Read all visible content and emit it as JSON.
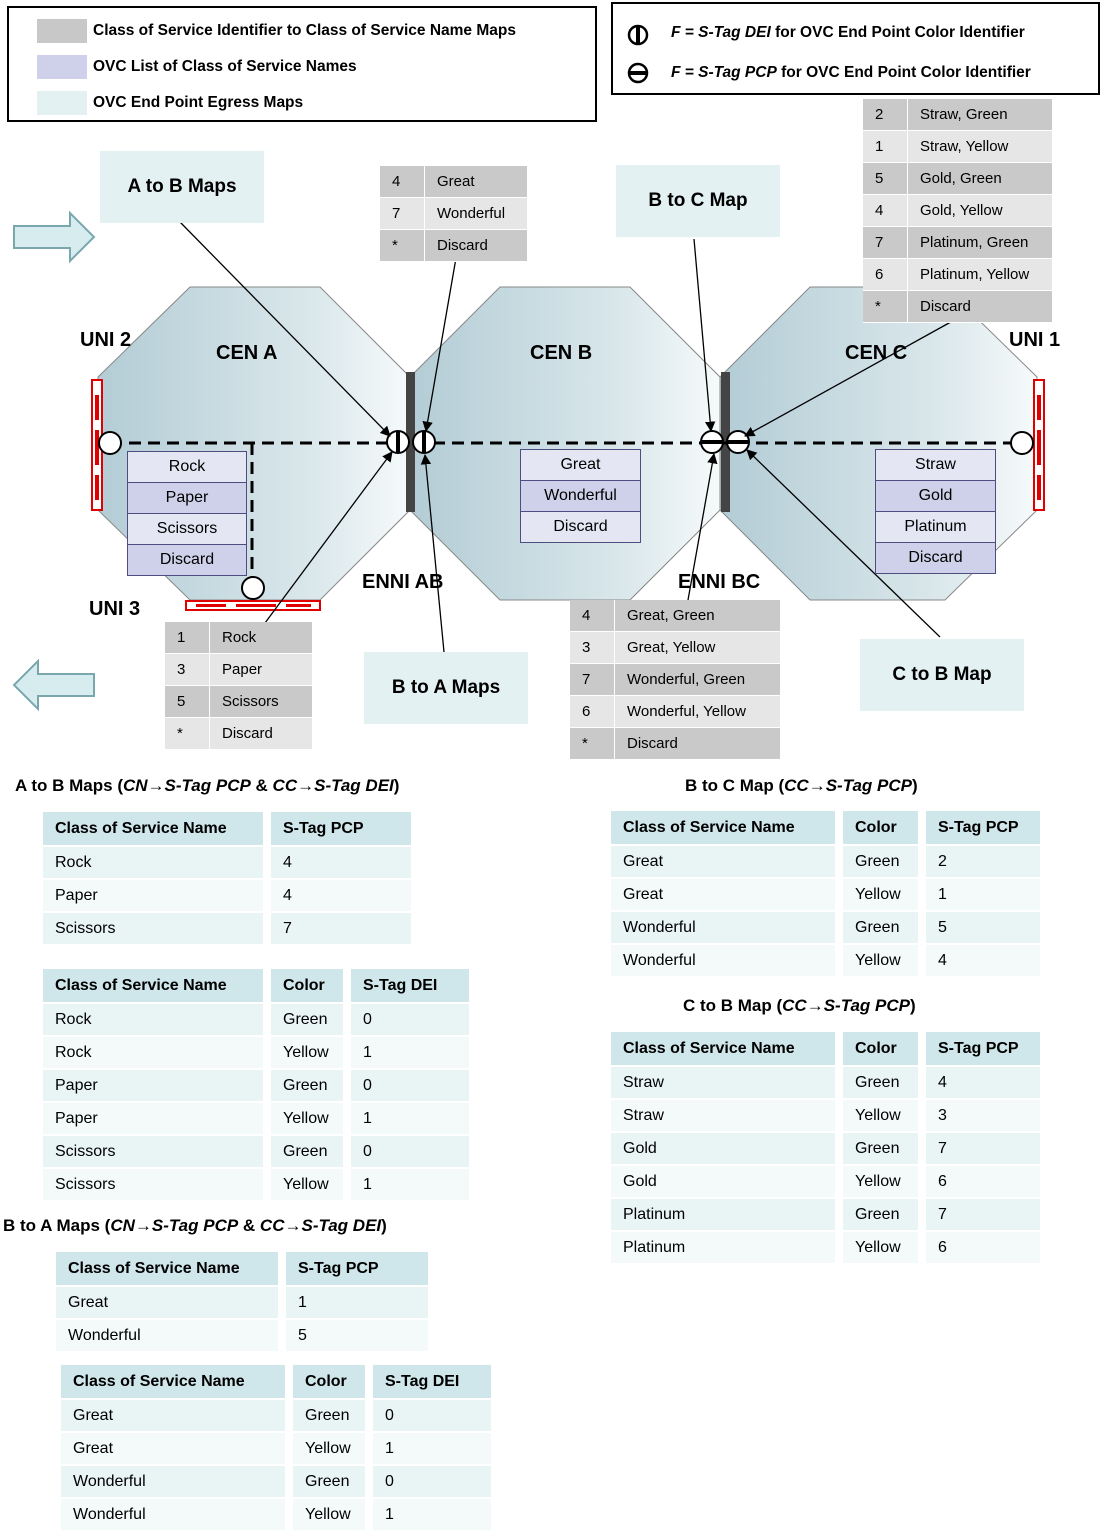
{
  "legend_left": {
    "rows": [
      {
        "color": "#c8c8c8",
        "label": "Class of Service Identifier to Class of Service Name Maps"
      },
      {
        "color": "#cfd1ea",
        "label": "OVC List of Class of Service Names"
      },
      {
        "color": "#e4f1f3",
        "label": "OVC End Point Egress Maps"
      }
    ]
  },
  "legend_right": {
    "dei_prefix": "F = ",
    "dei_italic": "S-Tag DEI",
    "dei_suffix": " for OVC End Point Color Identifier",
    "pcp_prefix": "F = ",
    "pcp_italic": "S-Tag PCP",
    "pcp_suffix": " for OVC End Point Color Identifier"
  },
  "diagram": {
    "cen_a": "CEN A",
    "cen_b": "CEN B",
    "cen_c": "CEN C",
    "uni1": "UNI 1",
    "uni2": "UNI 2",
    "uni3": "UNI 3",
    "enni_ab": "ENNI AB",
    "enni_bc": "ENNI BC",
    "callouts": {
      "a_to_b": "A to B Maps",
      "b_to_a": "B to A Maps",
      "b_to_c": "B to C Map",
      "c_to_b": "C to B Map"
    },
    "colors": {
      "cen_fill": "#b7cfd8",
      "uni_red": "#e00000",
      "enni_bar": "#444444",
      "arrow_fill": "#d7ecef",
      "arrow_stroke": "#7aa7ae"
    },
    "cos_lists": {
      "cen_a": [
        "Rock",
        "Paper",
        "Scissors",
        "Discard"
      ],
      "cen_b": [
        "Great",
        "Wonderful",
        "Discard"
      ],
      "cen_c": [
        "Straw",
        "Gold",
        "Platinum",
        "Discard"
      ]
    },
    "identifier_maps": {
      "enni_ab_top": [
        [
          "4",
          "Great"
        ],
        [
          "7",
          "Wonderful"
        ],
        [
          "*",
          "Discard"
        ]
      ],
      "uni3": [
        [
          "1",
          "Rock"
        ],
        [
          "3",
          "Paper"
        ],
        [
          "5",
          "Scissors"
        ],
        [
          "*",
          "Discard"
        ]
      ],
      "enni_bc_bottom": [
        [
          "4",
          "Great, Green"
        ],
        [
          "3",
          "Great, Yellow"
        ],
        [
          "7",
          "Wonderful, Green"
        ],
        [
          "6",
          "Wonderful, Yellow"
        ],
        [
          "*",
          "Discard"
        ]
      ],
      "enni_bc_top": [
        [
          "2",
          "Straw, Green"
        ],
        [
          "1",
          "Straw, Yellow"
        ],
        [
          "5",
          "Gold, Green"
        ],
        [
          "4",
          "Gold, Yellow"
        ],
        [
          "7",
          "Platinum, Green"
        ],
        [
          "6",
          "Platinum, Yellow"
        ],
        [
          "*",
          "Discard"
        ]
      ]
    }
  },
  "sections": {
    "a_to_b": {
      "name": "A to B Maps (",
      "f1": "CN→S-Tag PCP",
      "mid": " & ",
      "f2": "CC→S-Tag DEI",
      "end": ")"
    },
    "b_to_a": {
      "name": "B to A Maps (",
      "f1": "CN→S-Tag PCP",
      "mid": " & ",
      "f2": "CC→S-Tag DEI",
      "end": ")"
    },
    "b_to_c": {
      "name": "B to C Map (",
      "f1": "CC→S-Tag PCP",
      "end": ")"
    },
    "c_to_b": {
      "name": "C to B Map (",
      "f1": "CC→S-Tag PCP",
      "end": ")"
    }
  },
  "tables": {
    "a_to_b_pcp": {
      "headers": [
        "Class of Service Name",
        "S-Tag PCP"
      ],
      "rows": [
        [
          "Rock",
          "4"
        ],
        [
          "Paper",
          "4"
        ],
        [
          "Scissors",
          "7"
        ]
      ]
    },
    "a_to_b_dei": {
      "headers": [
        "Class of Service Name",
        "Color",
        "S-Tag DEI"
      ],
      "rows": [
        [
          "Rock",
          "Green",
          "0"
        ],
        [
          "Rock",
          "Yellow",
          "1"
        ],
        [
          "Paper",
          "Green",
          "0"
        ],
        [
          "Paper",
          "Yellow",
          "1"
        ],
        [
          "Scissors",
          "Green",
          "0"
        ],
        [
          "Scissors",
          "Yellow",
          "1"
        ]
      ]
    },
    "b_to_a_pcp": {
      "headers": [
        "Class of Service Name",
        "S-Tag PCP"
      ],
      "rows": [
        [
          "Great",
          "1"
        ],
        [
          "Wonderful",
          "5"
        ]
      ]
    },
    "b_to_a_dei": {
      "headers": [
        "Class of Service Name",
        "Color",
        "S-Tag DEI"
      ],
      "rows": [
        [
          "Great",
          "Green",
          "0"
        ],
        [
          "Great",
          "Yellow",
          "1"
        ],
        [
          "Wonderful",
          "Green",
          "0"
        ],
        [
          "Wonderful",
          "Yellow",
          "1"
        ]
      ]
    },
    "b_to_c": {
      "headers": [
        "Class of Service Name",
        "Color",
        "S-Tag PCP"
      ],
      "rows": [
        [
          "Great",
          "Green",
          "2"
        ],
        [
          "Great",
          "Yellow",
          "1"
        ],
        [
          "Wonderful",
          "Green",
          "5"
        ],
        [
          "Wonderful",
          "Yellow",
          "4"
        ]
      ]
    },
    "c_to_b": {
      "headers": [
        "Class of Service Name",
        "Color",
        "S-Tag PCP"
      ],
      "rows": [
        [
          "Straw",
          "Green",
          "4"
        ],
        [
          "Straw",
          "Yellow",
          "3"
        ],
        [
          "Gold",
          "Green",
          "7"
        ],
        [
          "Gold",
          "Yellow",
          "6"
        ],
        [
          "Platinum",
          "Green",
          "7"
        ],
        [
          "Platinum",
          "Yellow",
          "6"
        ]
      ]
    }
  }
}
